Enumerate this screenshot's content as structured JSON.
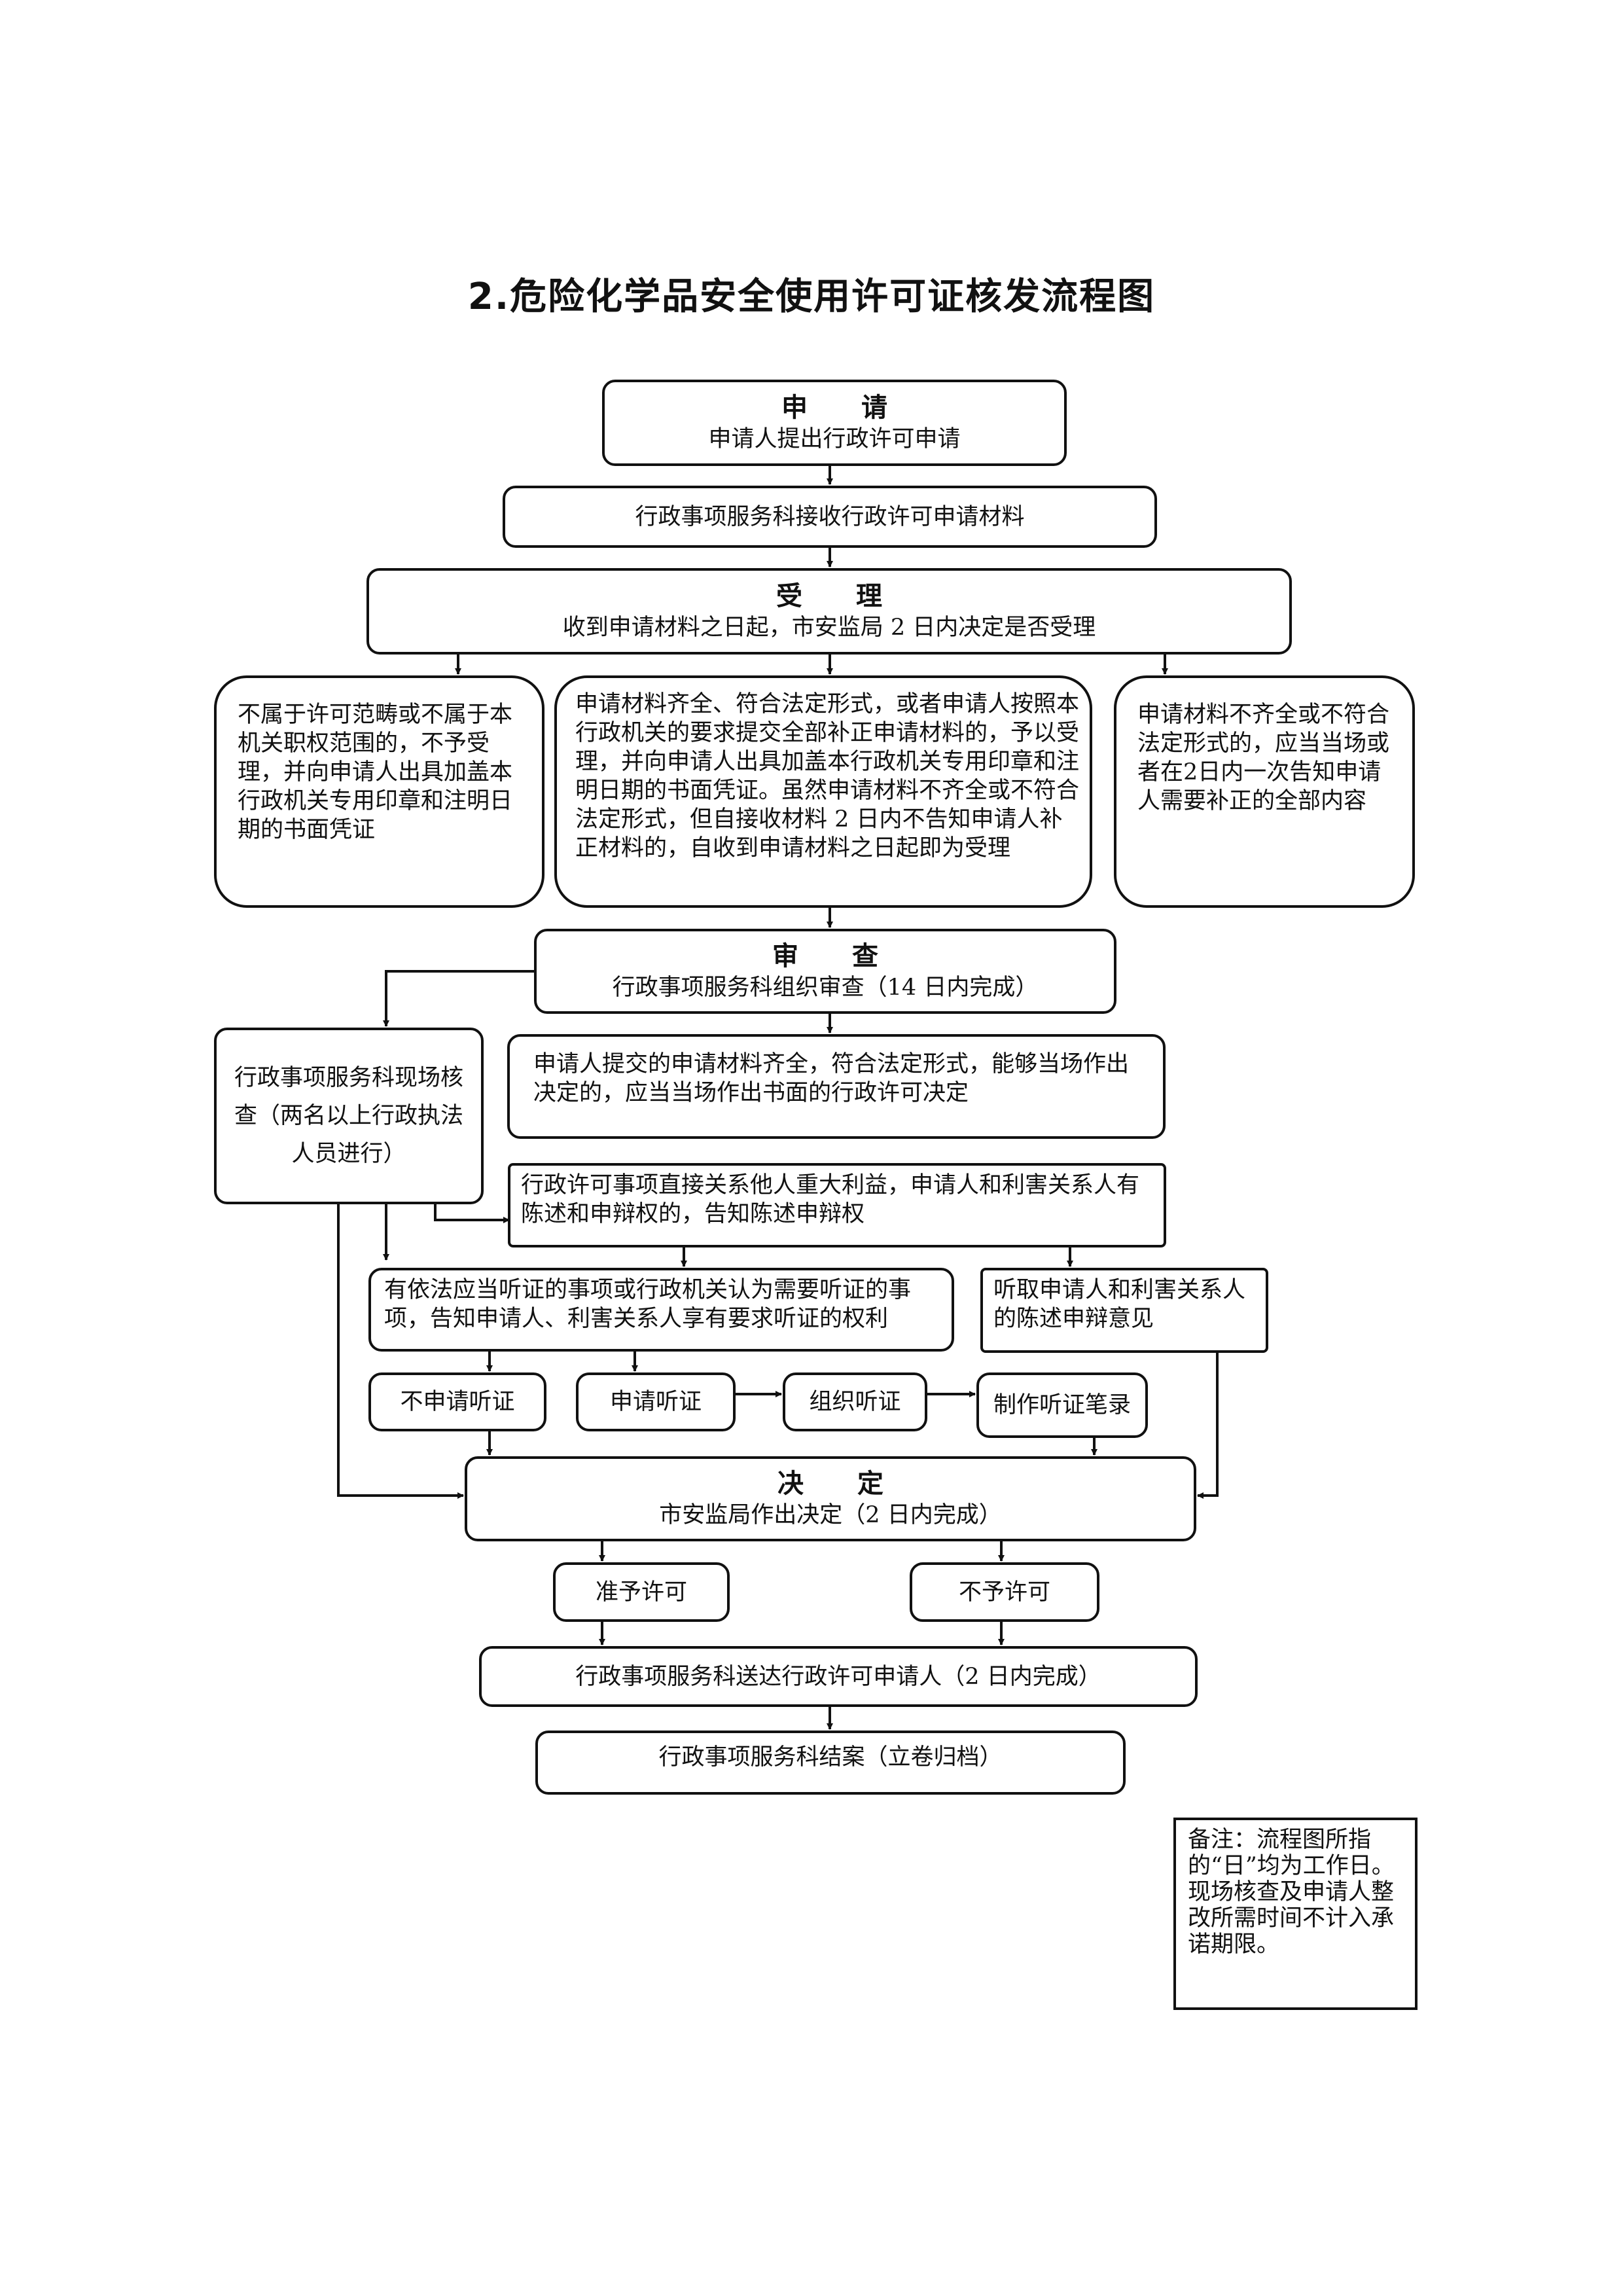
{
  "title": "2.危险化学品安全使用许可证核发流程图",
  "nodes": {
    "apply": {
      "heading": "申 请",
      "sub": "申请人提出行政许可申请"
    },
    "receive": "行政事项服务科接收行政许可申请材料",
    "accept": {
      "heading": "受 理",
      "sub": "收到申请材料之日起，市安监局 2 日内决定是否受理"
    },
    "reject_scope": "不属于许可范畴或不属于本机关职权范围的，不予受理，并向申请人出具加盖本行政机关专用印章和注明日期的书面凭证",
    "accept_complete": "申请材料齐全、符合法定形式，或者申请人按照本行政机关的要求提交全部补正申请材料的，予以受理，并向申请人出具加盖本行政机关专用印章和注明日期的书面凭证。虽然申请材料不齐全或不符合法定形式，但自接收材料 2 日内不告知申请人补正材料的，自收到申请材料之日起即为受理",
    "supplement": "申请材料不齐全或不符合法定形式的，应当当场或者在2日内一次告知申请人需要补正的全部内容",
    "review": {
      "heading": "审 查",
      "sub": "行政事项服务科组织审查（14 日内完成）"
    },
    "onsite": "行政事项服务科现场核查（两名以上行政执法人员进行）",
    "spot_decision": "申请人提交的申请材料齐全，符合法定形式，能够当场作出决定的，应当当场作出书面的行政许可决定",
    "statement_right": "行政许可事项直接关系他人重大利益，申请人和利害关系人有陈述和申辩权的，告知陈述申辩权",
    "hearing_right": "有依法应当听证的事项或行政机关认为需要听证的事项，告知申请人、利害关系人享有要求听证的权利",
    "hear_opinion": "听取申请人和利害关系人的陈述申辩意见",
    "no_hearing": "不申请听证",
    "request_hearing": "申请听证",
    "organize_hearing": "组织听证",
    "hearing_record": "制作听证笔录",
    "decision": {
      "heading": "决 定",
      "sub": "市安监局作出决定（2 日内完成）"
    },
    "grant": "准予许可",
    "deny": "不予许可",
    "deliver": "行政事项服务科送达行政许可申请人（2 日内完成）",
    "close": "行政事项服务科结案（立卷归档）"
  },
  "note": "备注：流程图所指的“日”均为工作日。\n现场核查及申请人整改所需时间不计入承诺期限。"
}
